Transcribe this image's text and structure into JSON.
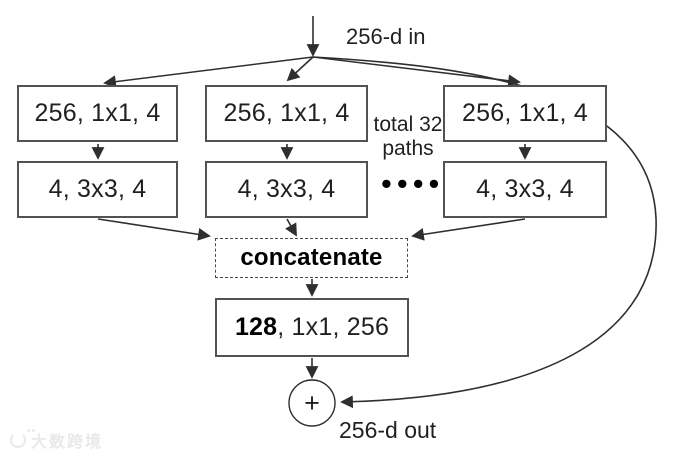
{
  "diagram": {
    "input_label": "256-d in",
    "output_label": "256-d out",
    "plus_symbol": "+",
    "total_paths_line1": "total 32",
    "total_paths_line2": "paths",
    "ellipsis_dots": "••••",
    "branches": [
      {
        "conv1": "256, 1x1, 4",
        "conv2": "4, 3x3, 4"
      },
      {
        "conv1": "256, 1x1, 4",
        "conv2": "4, 3x3, 4"
      },
      {
        "conv1": "256, 1x1, 4",
        "conv2": "4, 3x3, 4"
      }
    ],
    "concatenate_label": "concatenate",
    "bottleneck_bold": "128",
    "bottleneck_rest": ", 1x1, 256"
  },
  "icons": {
    "sum_node": "plus-in-circle",
    "arrowheads": "solid-triangle",
    "watermark_logo": "crescent-with-dots"
  },
  "watermark": {
    "text": "大数跨境"
  },
  "colors": {
    "line": "#2f2f31",
    "box-border": "#515254",
    "text": "#231f20",
    "bg": "#ffffff",
    "watermark": "#e9e9e9"
  }
}
